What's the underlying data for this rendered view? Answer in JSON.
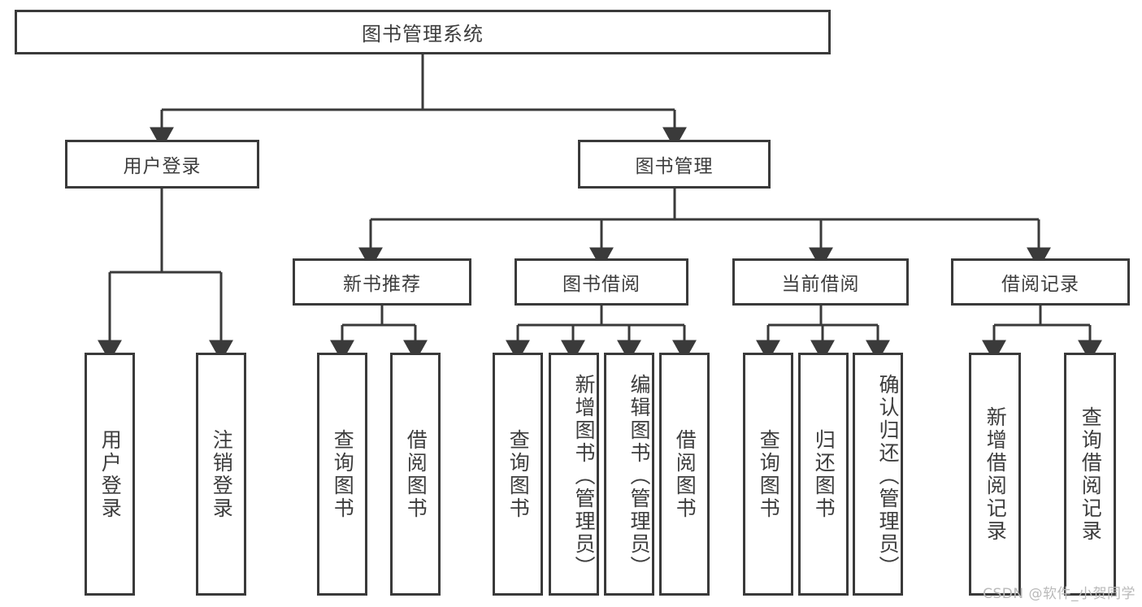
{
  "diagram": {
    "type": "tree",
    "title": "图书管理系统",
    "colors": {
      "border": "#3a3a3a",
      "text": "#3d3d3d",
      "background": "#ffffff",
      "watermark": "#b9b9b9"
    },
    "root": {
      "label": "图书管理系统"
    },
    "level2": [
      {
        "id": "user-login",
        "label": "用户登录"
      },
      {
        "id": "book-manage",
        "label": "图书管理"
      }
    ],
    "level3": [
      {
        "id": "new-book-recommend",
        "label": "新书推荐"
      },
      {
        "id": "book-borrow",
        "label": "图书借阅"
      },
      {
        "id": "current-borrow",
        "label": "当前借阅"
      },
      {
        "id": "borrow-record",
        "label": "借阅记录"
      }
    ],
    "leaves": {
      "user_login": [
        {
          "id": "leaf-user-login",
          "label": "用户登录"
        },
        {
          "id": "leaf-logout-login",
          "label": "注销登录"
        }
      ],
      "new_book_recommend": [
        {
          "id": "leaf-query-book-1",
          "label": "查询图书"
        },
        {
          "id": "leaf-borrow-book-1",
          "label": "借阅图书"
        }
      ],
      "book_borrow": [
        {
          "id": "leaf-query-book-2",
          "label": "查询图书"
        },
        {
          "id": "leaf-add-book",
          "label": "新增图书（管理员）"
        },
        {
          "id": "leaf-edit-book",
          "label": "编辑图书（管理员）"
        },
        {
          "id": "leaf-borrow-book-2",
          "label": "借阅图书"
        }
      ],
      "current_borrow": [
        {
          "id": "leaf-query-book-3",
          "label": "查询图书"
        },
        {
          "id": "leaf-return-book",
          "label": "归还图书"
        },
        {
          "id": "leaf-confirm-return",
          "label": "确认归还（管理员）"
        }
      ],
      "borrow_record": [
        {
          "id": "leaf-add-record",
          "label": "新增借阅记录"
        },
        {
          "id": "leaf-query-record",
          "label": "查询借阅记录"
        }
      ]
    },
    "watermark": "CSDN @软件_小贺同学"
  }
}
